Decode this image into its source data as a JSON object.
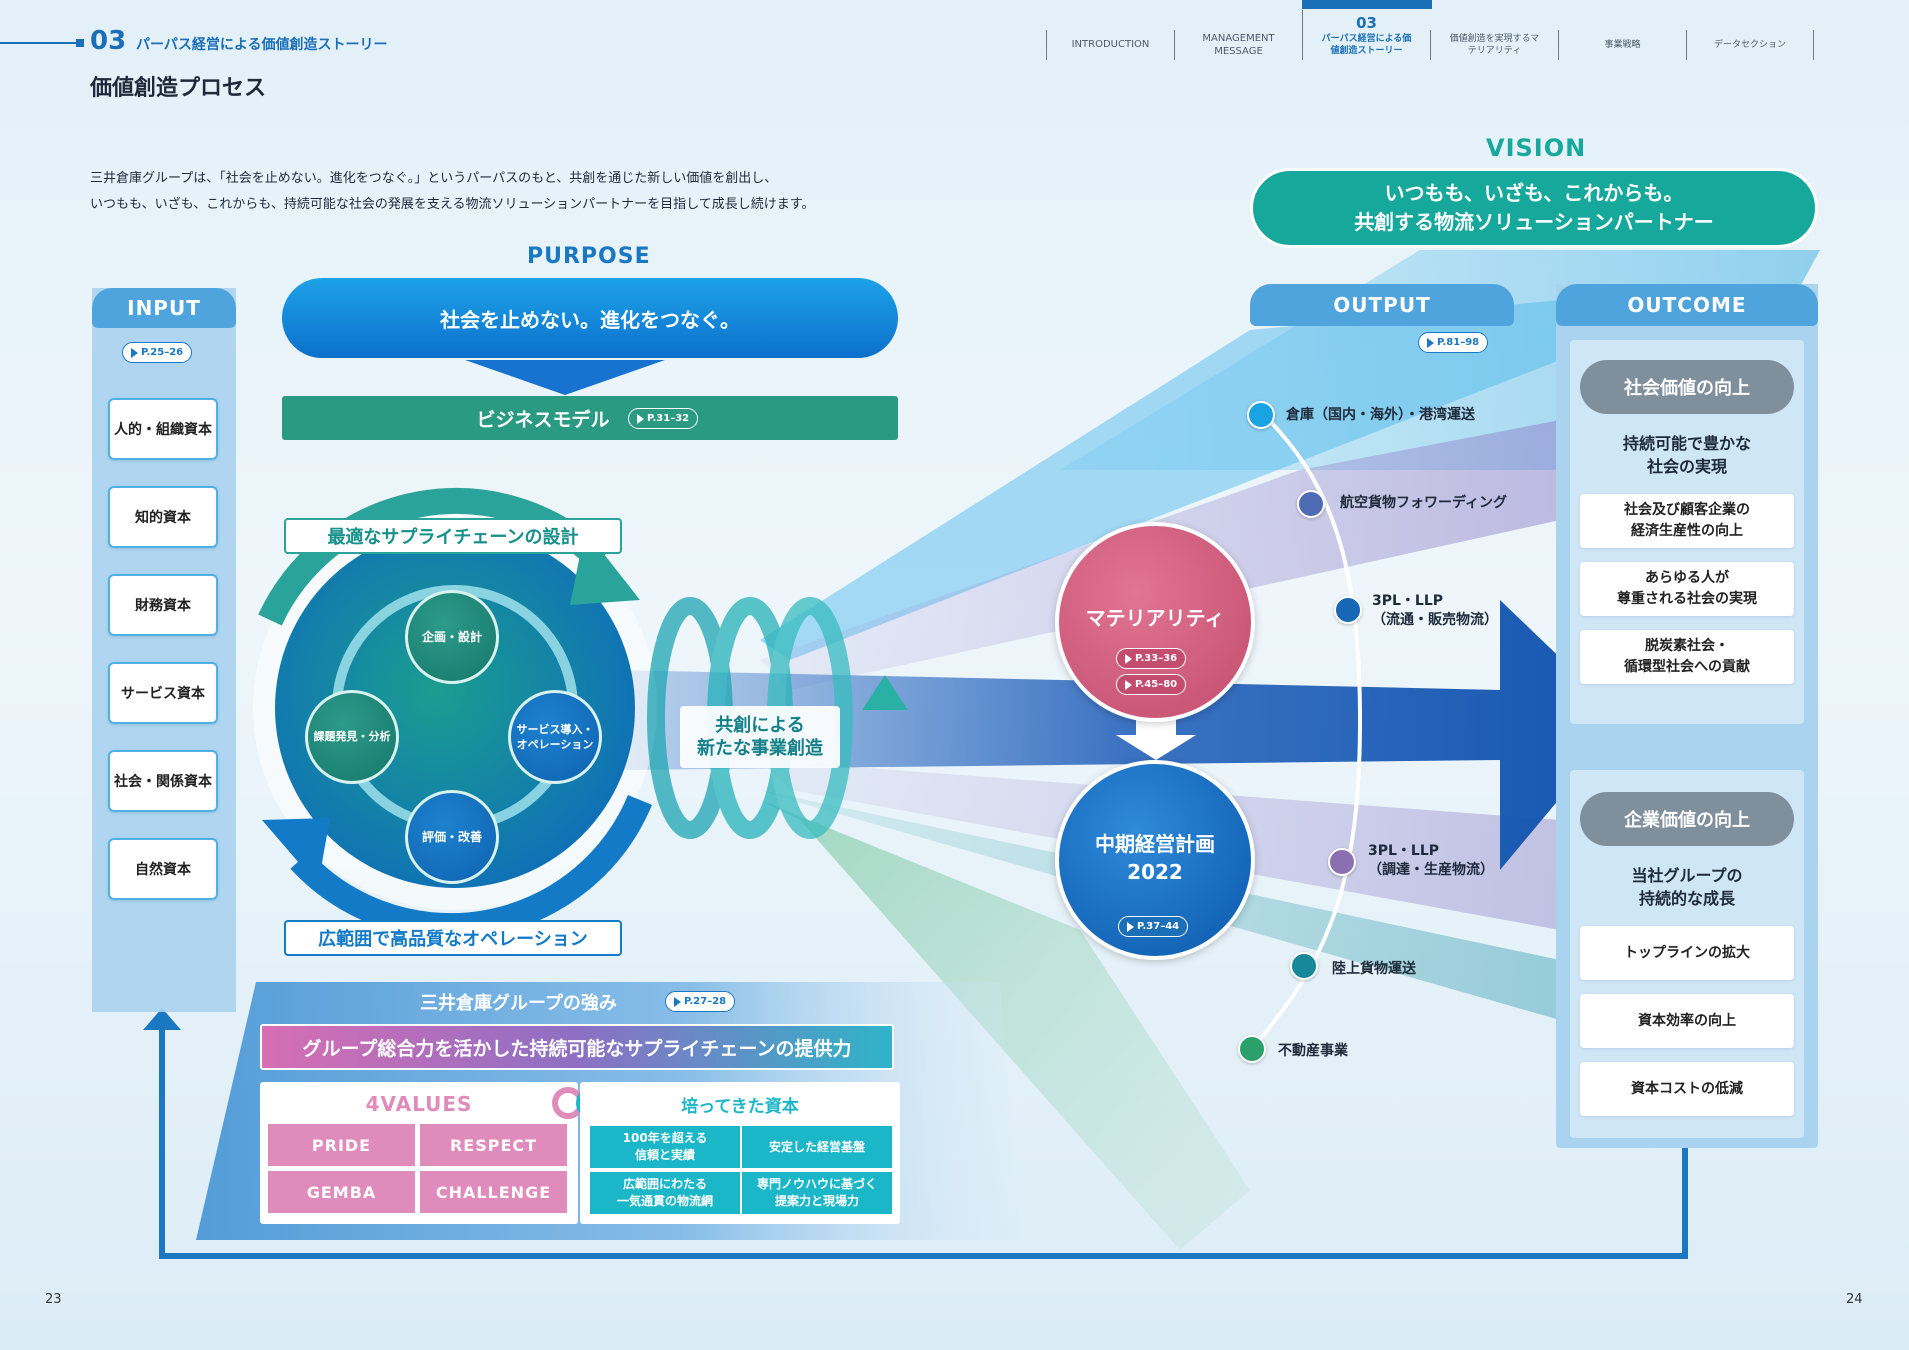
{
  "header": {
    "section_number": "03",
    "section_title": "パーパス経営による価値創造ストーリー",
    "page_title": "価値創造プロセス"
  },
  "nav": {
    "tabs": [
      {
        "label": "INTRODUCTION",
        "number": "",
        "active": false
      },
      {
        "label": "MANAGEMENT MESSAGE",
        "number": "",
        "active": false
      },
      {
        "label": "パーパス経営による価値創造ストーリー",
        "number": "03",
        "active": true
      },
      {
        "label": "価値創造を実現するマテリアリティ",
        "number": "",
        "active": false
      },
      {
        "label": "事業戦略",
        "number": "",
        "active": false
      },
      {
        "label": "データセクション",
        "number": "",
        "active": false
      }
    ]
  },
  "intro": {
    "line1": "三井倉庫グループは、「社会を止めない。進化をつなぐ。」というパーパスのもと、共創を通じた新しい価値を創出し、",
    "line2": "いつもも、いざも、これからも、持続可能な社会の発展を支える物流ソリューションパートナーを目指して成長し続けます。"
  },
  "vision": {
    "heading": "VISION",
    "line1": "いつもも、いざも、これからも。",
    "line2": "共創する物流ソリューションパートナー"
  },
  "purpose": {
    "heading": "PURPOSE",
    "text": "社会を止めない。進化をつなぐ。",
    "business_model": "ビジネスモデル",
    "business_model_ref": "P.31–32"
  },
  "input": {
    "heading": "INPUT",
    "ref": "P.25–26",
    "items": [
      "人的・組織資本",
      "知的資本",
      "財務資本",
      "サービス資本",
      "社会・関係資本",
      "自然資本"
    ]
  },
  "cycle": {
    "top_label": "最適なサプライチェーンの設計",
    "bottom_label": "広範囲で高品質なオペレーション",
    "nodes": [
      "企画・設計",
      "サービス導入・オペレーション",
      "評価・改善",
      "課題発見・分析"
    ],
    "cocreation": [
      "共創による",
      "新たな事業創造"
    ]
  },
  "materiality": {
    "label": "マテリアリティ",
    "refs": [
      "P.33–36",
      "P.45–80"
    ]
  },
  "plan": {
    "line1": "中期経営計画",
    "line2": "2022",
    "ref": "P.37–44"
  },
  "output": {
    "heading": "OUTPUT",
    "ref": "P.81–98",
    "items": [
      {
        "label": "倉庫（国内・海外）・港湾運送",
        "sub": "",
        "color": "#1aa3e2"
      },
      {
        "label": "航空貨物フォワーディング",
        "sub": "",
        "color": "#4e6cb4"
      },
      {
        "label": "3PL・LLP",
        "sub": "（流通・販売物流）",
        "color": "#1667b4"
      },
      {
        "label": "3PL・LLP",
        "sub": "（調達・生産物流）",
        "color": "#8a6fb2"
      },
      {
        "label": "陸上貨物運送",
        "sub": "",
        "color": "#16889a"
      },
      {
        "label": "不動産事業",
        "sub": "",
        "color": "#2aa06a"
      }
    ]
  },
  "outcome": {
    "heading": "OUTCOME",
    "social": {
      "label": "社会価値の向上",
      "summary": [
        "持続可能で豊かな",
        "社会の実現"
      ],
      "items": [
        [
          "社会及び顧客企業の",
          "経済生産性の向上"
        ],
        [
          "あらゆる人が",
          "尊重される社会の実現"
        ],
        [
          "脱炭素社会・",
          "循環型社会への貢献"
        ]
      ]
    },
    "corporate": {
      "label": "企業価値の向上",
      "summary": [
        "当社グループの",
        "持続的な成長"
      ],
      "items": [
        "トップラインの拡大",
        "資本効率の向上",
        "資本コストの低減"
      ]
    }
  },
  "strengths": {
    "title": "三井倉庫グループの強み",
    "ref": "P.27–28",
    "banner": "グループ総合力を活かした持続可能なサプライチェーンの提供力",
    "values_heading": "4VALUES",
    "values": [
      "PRIDE",
      "RESPECT",
      "GEMBA",
      "CHALLENGE"
    ],
    "capital_heading": "培ってきた資本",
    "capital": [
      [
        "100年を超える",
        "信頼と実績"
      ],
      [
        "安定した経営基盤"
      ],
      [
        "広範囲にわたる",
        "一気通貫の物流網"
      ],
      [
        "専門ノウハウに基づく",
        "提案力と現場力"
      ]
    ]
  },
  "page_numbers": {
    "left": "23",
    "right": "24"
  },
  "colors": {
    "primary_blue": "#0a6fc0",
    "teal": "#17a89c",
    "materiality_pink": "#d4607f",
    "values_pink": "#df8bbc",
    "input_panel": "#a9d2ee"
  }
}
